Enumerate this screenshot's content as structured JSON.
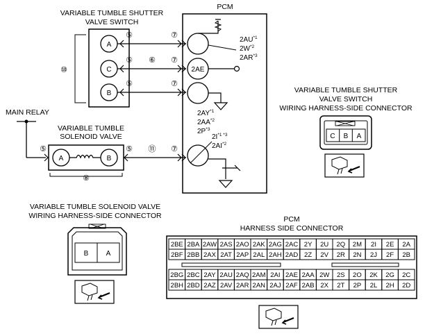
{
  "labels": {
    "shutter_title_1": "VARIABLE TUMBLE SHUTTER",
    "shutter_title_2": "VALVE SWITCH",
    "pcm": "PCM",
    "main_relay": "MAIN RELAY",
    "solenoid_title_1": "VARIABLE TUMBLE",
    "solenoid_title_2": "SOLENOID VALVE",
    "shutter_conn_1": "VARIABLE TUMBLE SHUTTER",
    "shutter_conn_2": "VALVE SWITCH",
    "shutter_conn_3": "WIRING HARNESS-SIDE CONNECTOR",
    "solenoid_conn_1": "VARIABLE TUMBLE SOLENOID VALVE",
    "solenoid_conn_2": "WIRING HARNESS-SIDE CONNECTOR",
    "pcm_conn_1": "PCM",
    "pcm_conn_2": "HARNESS SIDE CONNECTOR"
  },
  "switch_terminals": [
    "A",
    "C",
    "B"
  ],
  "solenoid_terminals": [
    "A",
    "B"
  ],
  "circle_numbers": {
    "five": "⑤",
    "six": "⑥",
    "seven": "⑦",
    "eight": "⑧",
    "ten": "⑩",
    "eleven": "⑪"
  },
  "pcm_terminals": {
    "t1_l1": "2AU",
    "t1_l1_sup": "*1",
    "t1_l2": "2W",
    "t1_l2_sup": "*2",
    "t1_l3": "2AR",
    "t1_l3_sup": "*3",
    "t2": "2AE",
    "t3_l1": "2AY",
    "t3_l1_sup": "*1",
    "t3_l2": "2AA",
    "t3_l2_sup": "*2",
    "t3_l3": "2P",
    "t3_l3_sup": "*3",
    "t4_l1": "2I",
    "t4_l1_sup": "*1 *3",
    "t4_l2": "2AI",
    "t4_l2_sup": "*2"
  },
  "shutter_connector_pins": [
    "C",
    "B",
    "A"
  ],
  "solenoid_connector_pins": [
    "B",
    "A"
  ],
  "pcm_connector_rows": [
    [
      "2BE",
      "2BA",
      "2AW",
      "2AS",
      "2AO",
      "2AK",
      "2AG",
      "2AC",
      "2Y",
      "2U",
      "2Q",
      "2M",
      "2I",
      "2E",
      "2A"
    ],
    [
      "2BF",
      "2BB",
      "2AX",
      "2AT",
      "2AP",
      "2AL",
      "2AH",
      "2AD",
      "2Z",
      "2V",
      "2R",
      "2N",
      "2J",
      "2F",
      "2B"
    ],
    [
      "2BG",
      "2BC",
      "2AY",
      "2AU",
      "2AQ",
      "2AM",
      "2AI",
      "2AE",
      "2AA",
      "2W",
      "2S",
      "2O",
      "2K",
      "2G",
      "2C"
    ],
    [
      "2BH",
      "2BD",
      "2AZ",
      "2AV",
      "2AR",
      "2AN",
      "2AJ",
      "2AF",
      "2AB",
      "2X",
      "2T",
      "2P",
      "2L",
      "2H",
      "2D"
    ]
  ]
}
